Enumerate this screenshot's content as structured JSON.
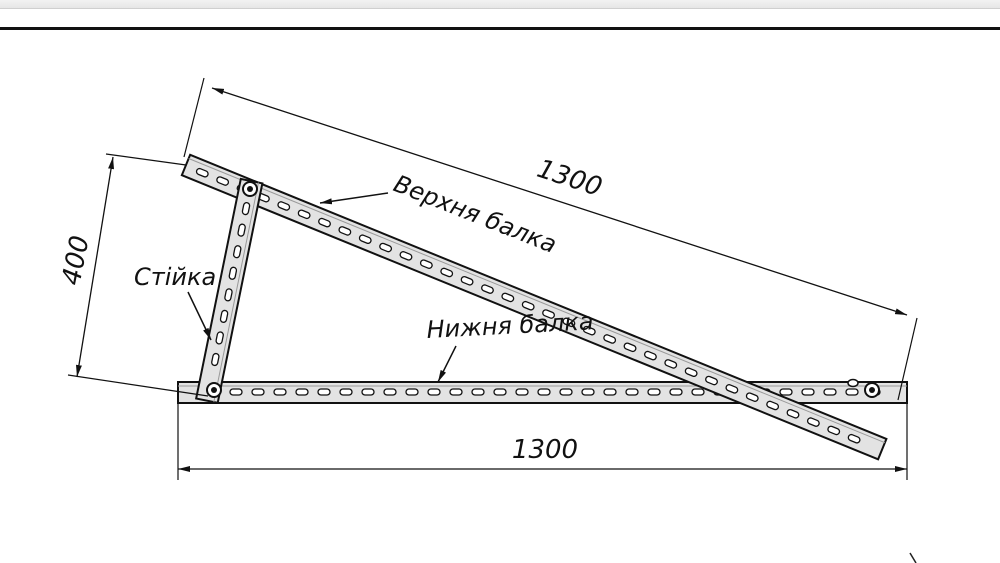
{
  "labels": {
    "top_beam": "Верхня балка",
    "bottom_beam": "Нижня балка",
    "post": "Стійка"
  },
  "dimensions": {
    "top_beam_length": "1300",
    "bottom_beam_length": "1300",
    "post_height": "400"
  }
}
